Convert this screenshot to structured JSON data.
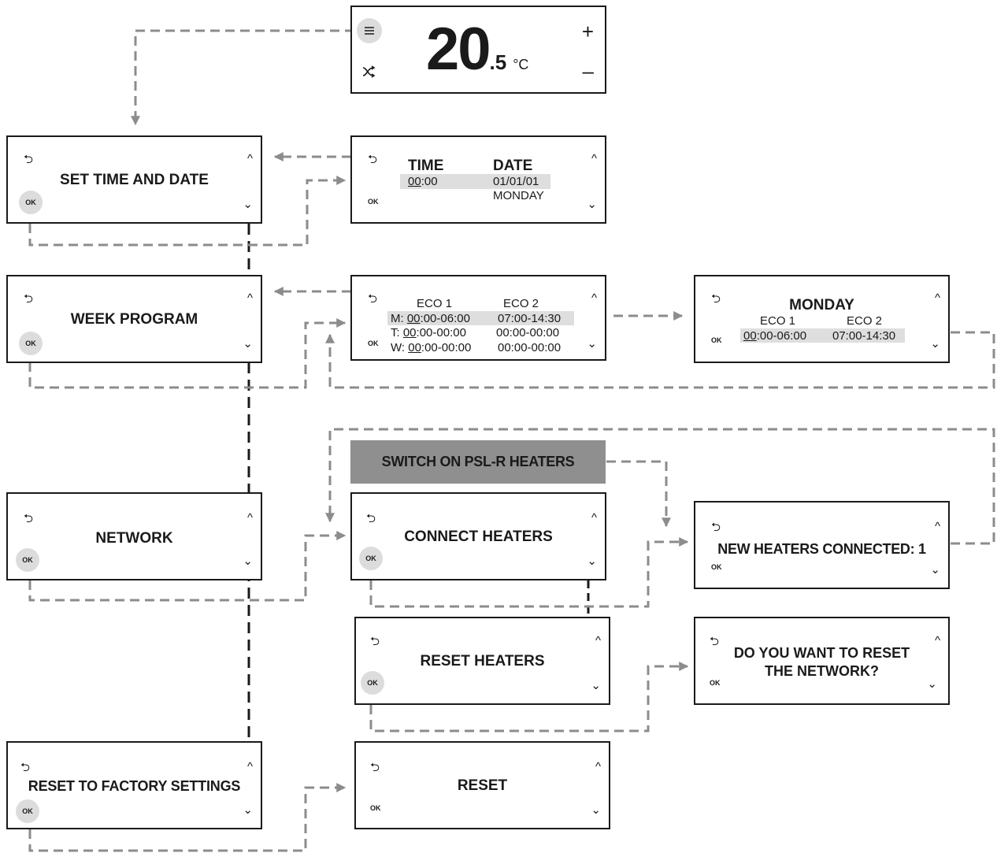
{
  "colors": {
    "frame": "#1a1a1a",
    "connector": "#8c8c8c",
    "spine": "#1a1a1a",
    "ok_button": "#dcdcdc",
    "highlight": "#dedede",
    "banner": "#8f8f8f"
  },
  "icons": {
    "menu": "menu-icon",
    "shuffle": "shuffle-icon",
    "back": "back-arrow-icon",
    "up": "chevron-up-icon",
    "down": "chevron-down-icon",
    "plus": "plus-icon",
    "minus": "minus-icon"
  },
  "home": {
    "temp_whole": "20",
    "temp_decimal": ".5",
    "unit": "°C",
    "plus": "+",
    "minus": "–"
  },
  "common": {
    "ok": "OK"
  },
  "menu": {
    "set_time": "SET TIME AND DATE",
    "week_program": "WEEK PROGRAM",
    "network": "NETWORK",
    "factory_reset": "RESET TO FACTORY SETTINGS"
  },
  "time_date": {
    "time_header": "TIME",
    "date_header": "DATE",
    "time_hour": "00",
    "time_rest": ":00",
    "date_value": "01/01/01",
    "weekday": "MONDAY"
  },
  "week_edit": {
    "eco1": "ECO 1",
    "eco2": "ECO 2",
    "rows": [
      {
        "day": "M: ",
        "hour": "00",
        "eco1_rest": ":00-06:00",
        "eco2": "07:00-14:30"
      },
      {
        "day": "T: ",
        "hour": "00",
        "eco1_rest": ":00-00:00",
        "eco2": "00:00-00:00"
      },
      {
        "day": "W: ",
        "hour": "00",
        "eco1_rest": ":00-00:00",
        "eco2": "00:00-00:00"
      }
    ]
  },
  "monday": {
    "title": "MONDAY",
    "eco1": "ECO 1",
    "eco2": "ECO 2",
    "hour": "00",
    "eco1_rest": ":00-06:00",
    "eco2_value": "07:00-14:30"
  },
  "network_sub": {
    "banner": "SWITCH ON PSL-R HEATERS",
    "connect": "CONNECT HEATERS",
    "new_connected": "NEW HEATERS CONNECTED: 1",
    "reset_heaters": "RESET HEATERS",
    "confirm_line1": "DO YOU WANT TO RESET",
    "confirm_line2": "THE NETWORK?",
    "reset": "RESET"
  }
}
